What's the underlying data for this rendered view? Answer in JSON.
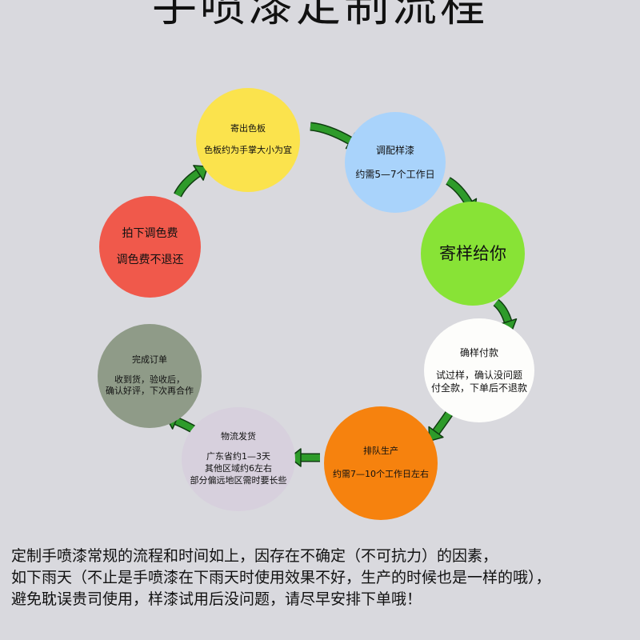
{
  "title": "手喷漆定制流程",
  "colors": {
    "background": "#d9d9de",
    "arrow": "#2e9b2a",
    "arrow_outline": "#0f3d10"
  },
  "steps": [
    {
      "lines": [
        "寄出色板",
        "色板约为手掌大小为宜"
      ],
      "color": "#fbe34d"
    },
    {
      "lines": [
        "调配样漆",
        "约需5—7个工作日"
      ],
      "color": "#a9d3fb"
    },
    {
      "lines": [
        "寄样给你"
      ],
      "color": "#88e336"
    },
    {
      "lines": [
        "确样付款",
        "试过样，确认没问题",
        "付全款，下单后不退款"
      ],
      "color": "#fdfdfb"
    },
    {
      "lines": [
        "排队生产",
        "约需7—10个工作日左右"
      ],
      "color": "#f6820e"
    },
    {
      "lines": [
        "物流发货",
        "广东省约1—3天",
        "其他区域约6左右",
        "部分偏远地区需时要长些"
      ],
      "color": "#d7d0dd"
    },
    {
      "lines": [
        "完成订单",
        "收到货，验收后，",
        "确认好评，下次再合作"
      ],
      "color": "#8f9b88"
    },
    {
      "lines": [
        "拍下调色费",
        "调色费不退还"
      ],
      "color": "#f0594b"
    }
  ],
  "footer": {
    "lines": [
      "定制手喷漆常规的流程和时间如上，因存在不确定（不可抗力）的因素，",
      "如下雨天（不止是手喷漆在下雨天时使用效果不好，生产的时候也是一样的哦），",
      "避免耽误贵司使用，样漆试用后没问题，请尽早安排下单哦！"
    ]
  }
}
